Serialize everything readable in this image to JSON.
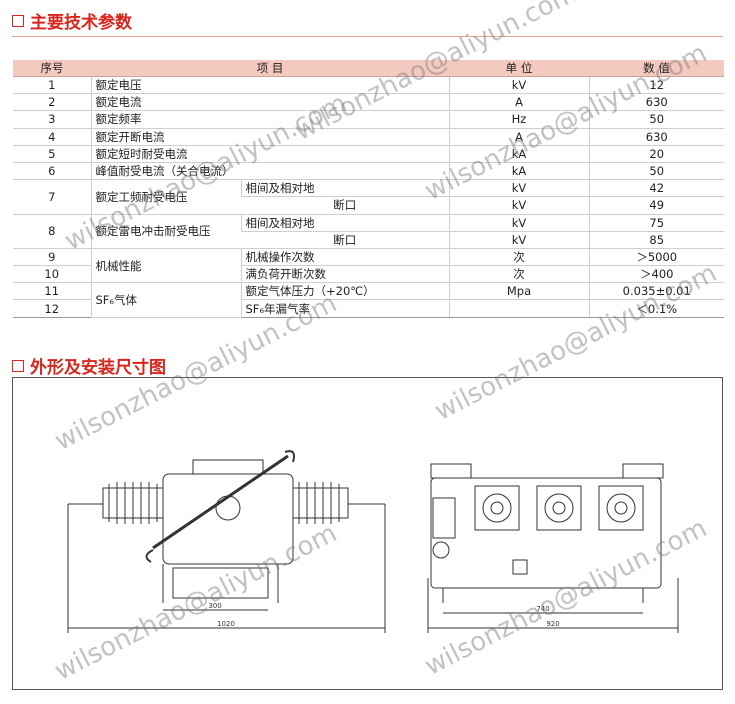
{
  "section1": {
    "title": "主要技术参数"
  },
  "table": {
    "headers": {
      "no": "序号",
      "item": "项 目",
      "unit": "单 位",
      "value": "数 值"
    },
    "rows": [
      {
        "no": "1",
        "item": "额定电压",
        "unit": "kV",
        "value": "12"
      },
      {
        "no": "2",
        "item": "额定电流",
        "unit": "A",
        "value": "630"
      },
      {
        "no": "3",
        "item": "额定频率",
        "unit": "Hz",
        "value": "50"
      },
      {
        "no": "4",
        "item": "额定开断电流",
        "unit": "A",
        "value": "630"
      },
      {
        "no": "5",
        "item": "额定短时耐受电流",
        "unit": "kA",
        "value": "20"
      },
      {
        "no": "6",
        "item": "峰值耐受电流（关合电流）",
        "unit": "kA",
        "value": "50"
      },
      {
        "no": "7",
        "item": "额定工频耐受电压",
        "sub1": "相间及相对地",
        "unit1": "kV",
        "value1": "42",
        "sub2": "断口",
        "unit2": "kV",
        "value2": "49"
      },
      {
        "no": "8",
        "item": "额定雷电冲击耐受电压",
        "sub1": "相间及相对地",
        "unit1": "kV",
        "value1": "75",
        "sub2": "断口",
        "unit2": "kV",
        "value2": "85"
      },
      {
        "no9": "9",
        "no10": "10",
        "item": "机械性能",
        "sub1": "机械操作次数",
        "unit1": "次",
        "value1": "＞5000",
        "sub2": "满负荷开断次数",
        "unit2": "次",
        "value2": "＞400"
      },
      {
        "no11": "11",
        "no12": "12",
        "item": "SF₆气体",
        "sub1": "额定气体压力（+20℃）",
        "unit1": "Mpa",
        "value1": "0.035±0.01",
        "sub2": "SF₆年漏气率",
        "unit2": "",
        "value2": "＜0.1%"
      }
    ]
  },
  "section2": {
    "title": "外形及安装尺寸图"
  },
  "drawing": {
    "dims_left": [
      "300",
      "1020"
    ],
    "dims_right": [
      "740",
      "920"
    ]
  },
  "watermark": "wilsonzhao@aliyun.com"
}
